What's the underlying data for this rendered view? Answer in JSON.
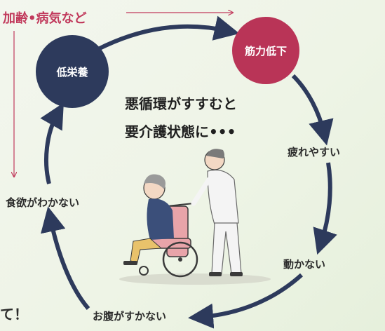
{
  "trigger": {
    "label": "加齢•病気など"
  },
  "nodes": {
    "malnutrition": {
      "label": "低栄養",
      "color": "#2d3a5c"
    },
    "muscle": {
      "label": "筋力低下",
      "color": "#b93457"
    }
  },
  "center": {
    "line1": "悪循環がすすむと",
    "line2": "要介護状態に•••"
  },
  "cycle": {
    "tired": "疲れやすい",
    "no_move": "動かない",
    "not_hungry": "お腹がすかない",
    "no_appetite": "食欲がわかない"
  },
  "cut_text": "て！",
  "colors": {
    "arrow": "#2d3a5c",
    "trigger": "#c13a5c"
  }
}
